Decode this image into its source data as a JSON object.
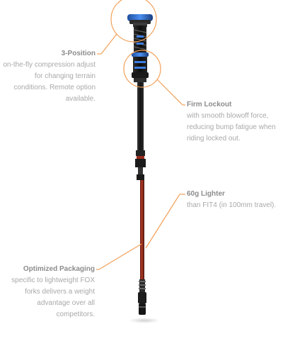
{
  "callouts": {
    "three_position": {
      "title": "3-Position",
      "desc": "on-the-fly compression adjust for changing terrain conditions. Remote option available."
    },
    "firm_lockout": {
      "title": "Firm Lockout",
      "desc": "with smooth blowoff force, reducing bump fatigue when riding locked out."
    },
    "lighter": {
      "title": "60g Lighter",
      "desc": "than FIT4 (in 100mm travel)."
    },
    "packaging": {
      "title": "Optimized Packaging",
      "desc": "specific to lightweight FOX forks delivers a weight advantage over all competitors."
    }
  },
  "colors": {
    "callout_line": "#f2a15a",
    "callout_title": "#8c8c8c",
    "callout_text": "#a9a9a9",
    "anodized_blue": "#2f6fd1",
    "shaft_red": "#8c2b1d",
    "carbon": "#1c1c1c"
  }
}
